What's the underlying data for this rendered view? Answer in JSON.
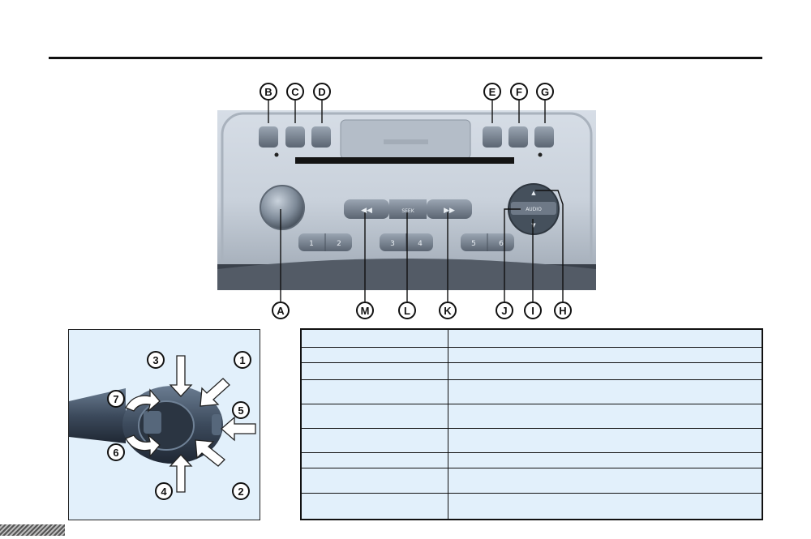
{
  "radio_callouts_top": [
    "B",
    "C",
    "D",
    "E",
    "F",
    "G"
  ],
  "radio_callouts_bottom": [
    "A",
    "M",
    "L",
    "K",
    "J",
    "I",
    "H"
  ],
  "radio_buttons": {
    "rewind": "◀◀",
    "seek": "SEEK",
    "forward": "▶▶",
    "audio": "AUDIO",
    "vol_up": "▲",
    "vol_down": "▼",
    "presets": [
      "1",
      "2",
      "3",
      "4",
      "5",
      "6"
    ]
  },
  "stalk_callouts": [
    "3",
    "1",
    "7",
    "5",
    "6",
    "4",
    "2"
  ],
  "control_table": {
    "rows": [
      [
        "",
        ""
      ],
      [
        "",
        ""
      ],
      [
        "",
        ""
      ],
      [
        "",
        ""
      ],
      [
        "",
        ""
      ],
      [
        "",
        ""
      ],
      [
        "",
        ""
      ],
      [
        "",
        ""
      ],
      [
        "",
        ""
      ]
    ]
  }
}
